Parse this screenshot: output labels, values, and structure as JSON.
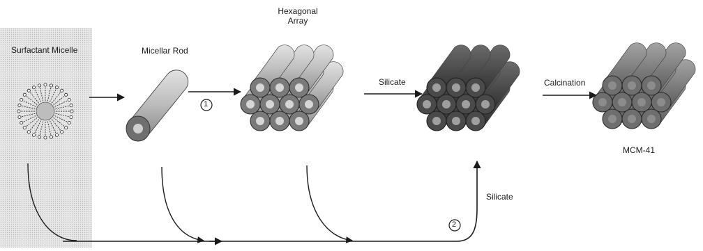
{
  "labels": {
    "surfactant_micelle": "Surfactant Micelle",
    "micellar_rod": "Micellar Rod",
    "hexagonal_array_line1": "Hexagonal",
    "hexagonal_array_line2": "Array",
    "silicate_top": "Silicate",
    "calcination": "Calcination",
    "mcm41": "MCM-41",
    "silicate_bottom": "Silicate",
    "route1": "1",
    "route2": "2"
  },
  "colors": {
    "ink": "#1a1a1a",
    "panel_shade": "#d9d9d9",
    "rod_light": "#c9c9c9",
    "rod_mid": "#9a9a9a",
    "rod_dark": "#5a5a5a",
    "silica_dark": "#3d3d3d",
    "mcm_mid": "#7a7a7a"
  }
}
